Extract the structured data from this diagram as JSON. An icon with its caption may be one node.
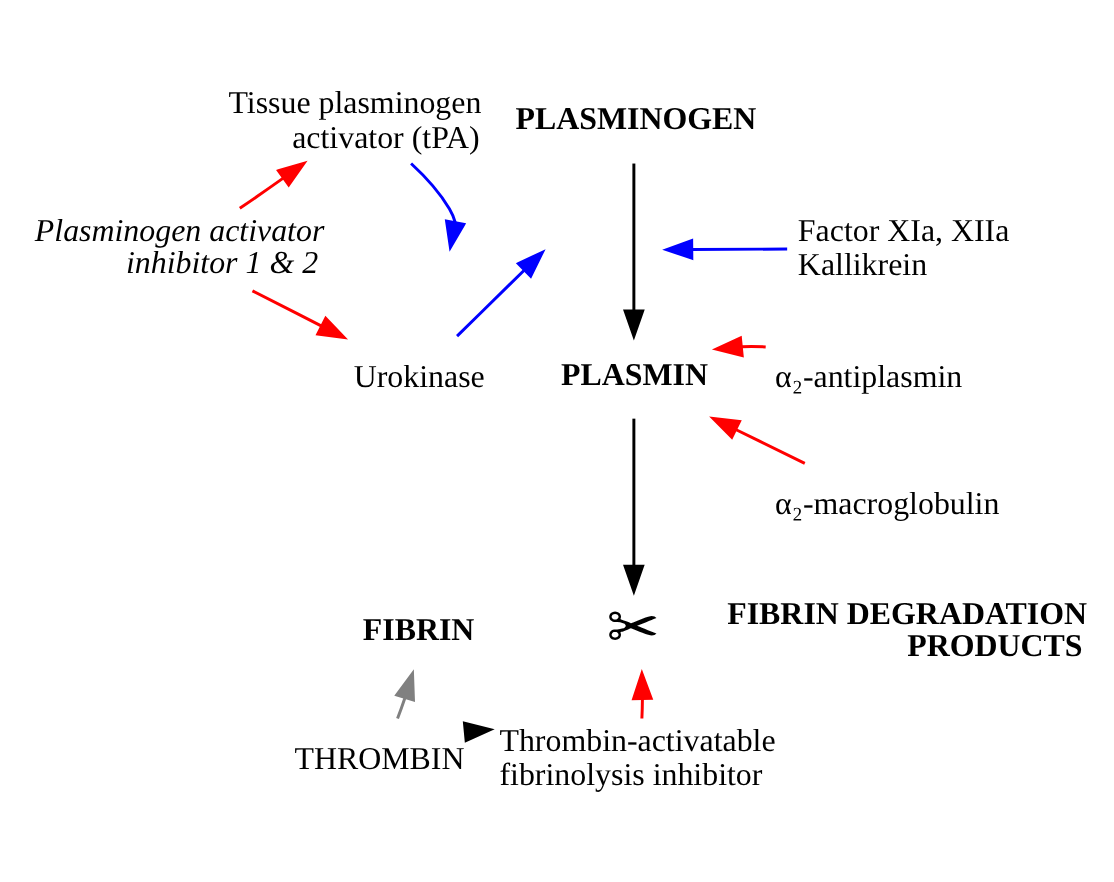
{
  "diagram": {
    "nodes": [
      {
        "text": [
          "Tissue plasminogen activator (tPA)"
        ]
      },
      {
        "text": [
          "PLASMINOGEN"
        ]
      },
      {
        "text": [
          "Plasminogen activator inhibitor 1 & 2"
        ]
      },
      {
        "text": [
          "Factor XIa, XIIa Kallikrein"
        ]
      },
      {
        "text": [
          "PLASMIN"
        ]
      },
      {
        "text": [
          "Urokinase"
        ]
      },
      {
        "text": [
          "α₂-antiplasmin"
        ]
      },
      {
        "text": [
          "α₂-macroglobulin"
        ]
      },
      {
        "text": [
          "FIBRIN"
        ]
      },
      {
        "text": [
          "✂"
        ]
      },
      {
        "text": [
          "FIBRIN DEGRADATION PRODUCTS"
        ]
      },
      {
        "text": [
          "THROMBIN"
        ]
      },
      {
        "text": [
          "Thrombin-activatable fibrinolysis inhibitor"
        ]
      }
    ],
    "edges": [
      {
        "from": 0,
        "to": null,
        "arrow": "to",
        "color": "#0000ff"
      },
      {
        "from": 2,
        "to": 0,
        "arrow": "to",
        "color": "#ff0000"
      },
      {
        "from": 2,
        "to": 5,
        "arrow": "to",
        "color": "#ff0000"
      },
      {
        "from": 5,
        "to": null,
        "arrow": "to",
        "color": "#0000ff"
      },
      {
        "from": 1,
        "to": 4,
        "arrow": "to",
        "color": "#000000"
      },
      {
        "from": 3,
        "to": null,
        "arrow": "to",
        "color": "#0000ff"
      },
      {
        "from": 6,
        "to": 4,
        "arrow": "to",
        "color": "#ff0000"
      },
      {
        "from": 7,
        "to": 4,
        "arrow": "to",
        "color": "#ff0000"
      },
      {
        "from": 4,
        "to": 9,
        "arrow": "to",
        "color": "#000000"
      },
      {
        "from": 11,
        "to": 8,
        "arrow": "to",
        "color": "#808080"
      },
      {
        "from": 11,
        "to": 12,
        "arrow": "to",
        "color": "#000000"
      },
      {
        "from": 12,
        "to": 9,
        "arrow": "to",
        "color": "#ff0000"
      }
    ]
  }
}
